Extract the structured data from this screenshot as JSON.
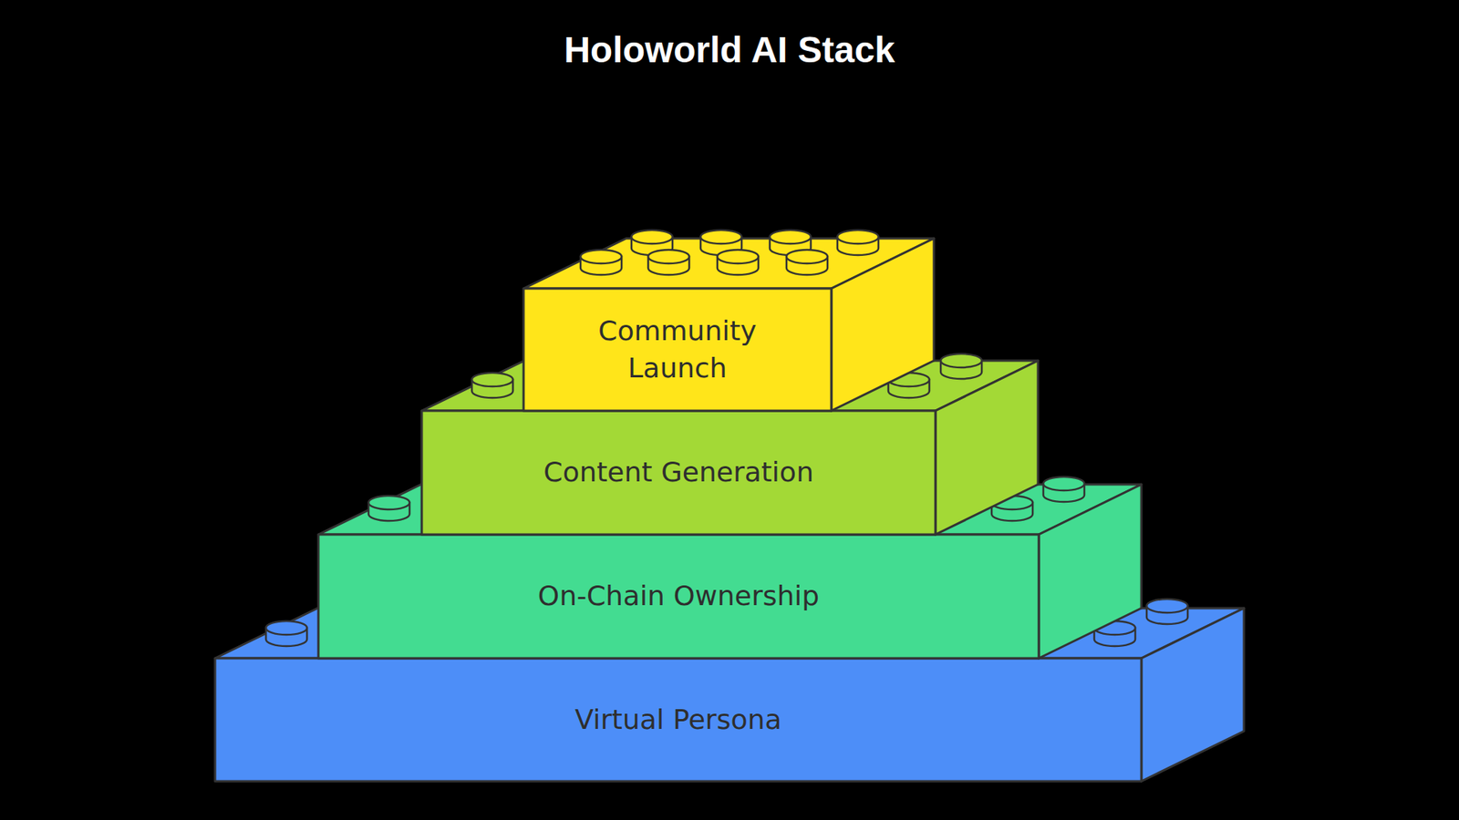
{
  "diagram": {
    "title": "Holoworld AI Stack",
    "nodes": [
      {
        "text": [
          "Community Launch"
        ]
      },
      {
        "text": [
          "Content Generation"
        ]
      },
      {
        "text": [
          "On-Chain Ownership"
        ]
      },
      {
        "text": [
          "Virtual Persona"
        ]
      }
    ]
  }
}
